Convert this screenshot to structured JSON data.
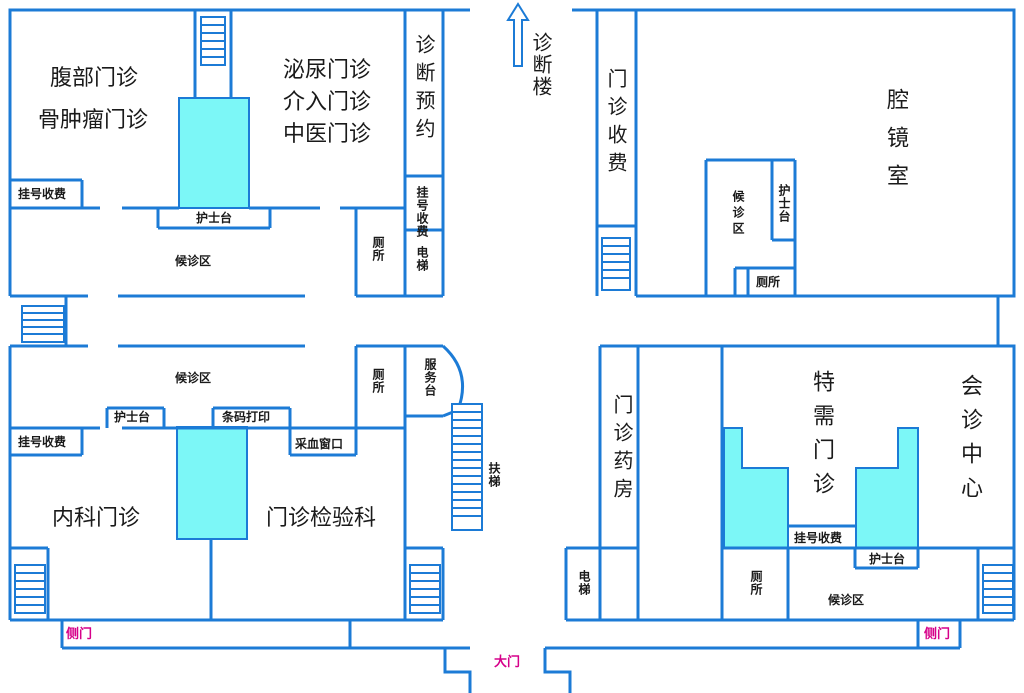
{
  "colors": {
    "wall": "#1c7bd6",
    "teal": "#7cf7f7",
    "door": "#d6008a",
    "text": "#1a1a1a"
  },
  "rooms": {
    "abdomen": "腹部门诊",
    "bone_tumor": "骨肿瘤门诊",
    "urology": "泌尿门诊",
    "interventional": "介入门诊",
    "tcm": "中医门诊",
    "diagnosis_booking": "诊断预约",
    "diagnosis_building": "诊断楼",
    "endoscopy": "腔镜室",
    "outpatient_billing": "门诊收费",
    "internal_medicine": "内科门诊",
    "lab": "门诊检验科",
    "pharmacy": "门诊药房",
    "vip_clinic": "特需门诊",
    "consultation_center": "会诊中心"
  },
  "labels": {
    "registration": "挂号收费",
    "registration_short": "挂号收费",
    "nurse_station": "护士台",
    "waiting_area": "候诊区",
    "toilet": "厕所",
    "elevator": "电梯",
    "service_desk": "服务台",
    "escalator": "扶梯",
    "barcode_print": "条码打印",
    "blood_window": "采血窗口",
    "side_door": "侧门",
    "main_door": "大门"
  },
  "icons": [
    "up-arrow-icon",
    "stairs-icon"
  ]
}
